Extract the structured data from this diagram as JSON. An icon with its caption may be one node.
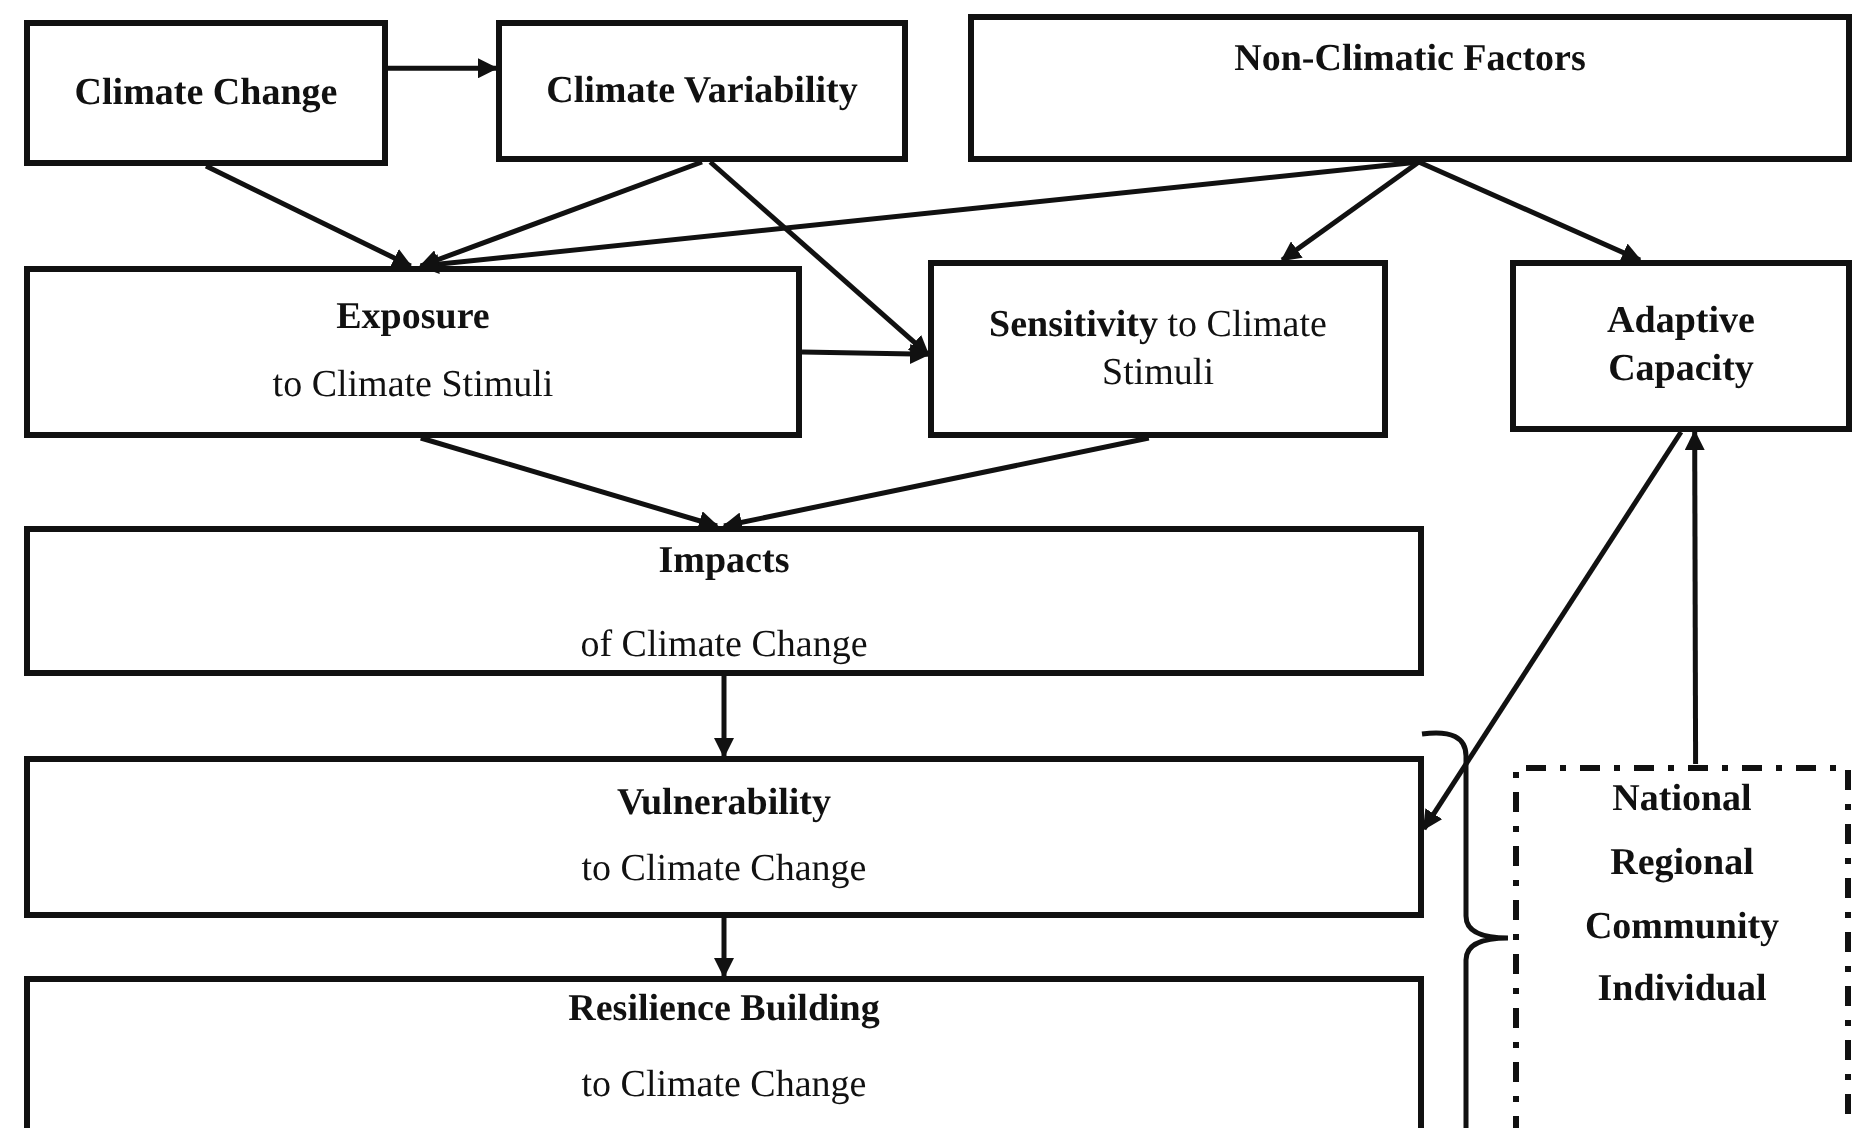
{
  "diagram": {
    "nodes": [
      {
        "text": [
          "Climate Change"
        ]
      },
      {
        "text": [
          "Climate Variability"
        ]
      },
      {
        "text": [
          "Non-Climatic Factors"
        ]
      },
      {
        "text": [
          "Exposure",
          "to Climate Stimuli"
        ]
      },
      {
        "text": [
          "**Sensitivity** to Climate Stimuli"
        ]
      },
      {
        "text": [
          "Adaptive Capacity"
        ]
      },
      {
        "text": [
          "Impacts",
          "of Climate Change"
        ]
      },
      {
        "text": [
          "Vulnerability",
          "to Climate Change"
        ]
      },
      {
        "text": [
          "Resilience Building",
          "to Climate Change"
        ]
      },
      {
        "text": [
          "National",
          "Regional",
          "Community",
          "Individual"
        ]
      }
    ],
    "edges": [
      {
        "from": 0,
        "to": 1,
        "arrow": "to"
      },
      {
        "from": 0,
        "to": 3,
        "arrow": "to"
      },
      {
        "from": 1,
        "to": 3,
        "arrow": "to"
      },
      {
        "from": 2,
        "to": 3,
        "arrow": "to"
      },
      {
        "from": 1,
        "to": 4,
        "arrow": "to"
      },
      {
        "from": 3,
        "to": 4,
        "arrow": "to"
      },
      {
        "from": 2,
        "to": 4,
        "arrow": "to"
      },
      {
        "from": 2,
        "to": 5,
        "arrow": "to"
      },
      {
        "from": 3,
        "to": 6,
        "arrow": "to"
      },
      {
        "from": 4,
        "to": 6,
        "arrow": "to"
      },
      {
        "from": 6,
        "to": 7,
        "arrow": "to"
      },
      {
        "from": 7,
        "to": 8,
        "arrow": "to"
      },
      {
        "from": 5,
        "to": 7,
        "arrow": "to"
      },
      {
        "from": 9,
        "to": 5,
        "arrow": "to"
      }
    ]
  }
}
